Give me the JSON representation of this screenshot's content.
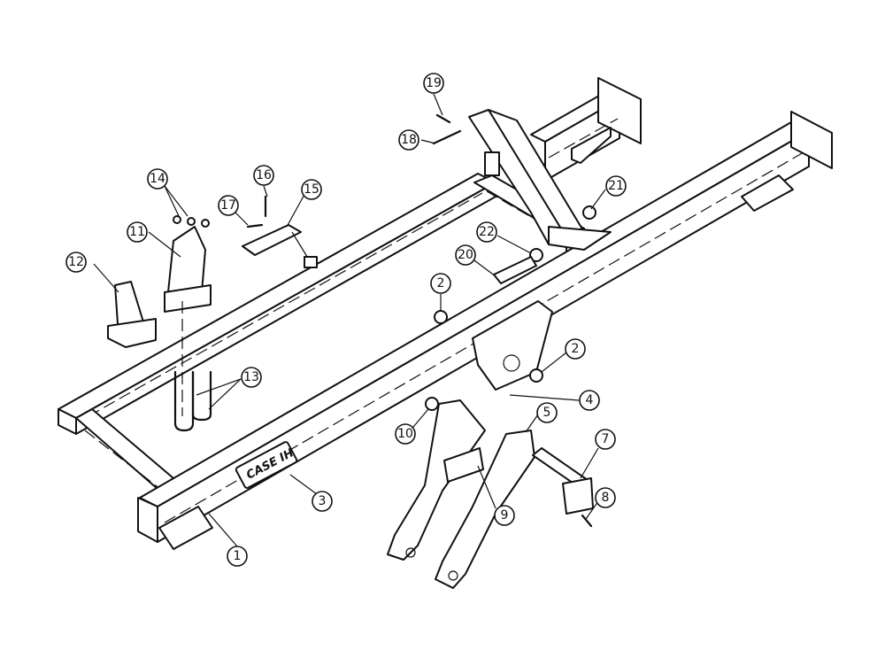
{
  "logo": {
    "text": "CASE IH"
  },
  "callouts": [
    {
      "id": "c1",
      "label": "1"
    },
    {
      "id": "c2a",
      "label": "2"
    },
    {
      "id": "c2b",
      "label": "2"
    },
    {
      "id": "c3",
      "label": "3"
    },
    {
      "id": "c4",
      "label": "4"
    },
    {
      "id": "c5",
      "label": "5"
    },
    {
      "id": "c7",
      "label": "7"
    },
    {
      "id": "c8",
      "label": "8"
    },
    {
      "id": "c9",
      "label": "9"
    },
    {
      "id": "c10",
      "label": "10"
    },
    {
      "id": "c11",
      "label": "11"
    },
    {
      "id": "c12",
      "label": "12"
    },
    {
      "id": "c13",
      "label": "13"
    },
    {
      "id": "c14",
      "label": "14"
    },
    {
      "id": "c15",
      "label": "15"
    },
    {
      "id": "c16",
      "label": "16"
    },
    {
      "id": "c17",
      "label": "17"
    },
    {
      "id": "c18",
      "label": "18"
    },
    {
      "id": "c19",
      "label": "19"
    },
    {
      "id": "c20",
      "label": "20"
    },
    {
      "id": "c21",
      "label": "21"
    },
    {
      "id": "c22",
      "label": "22"
    }
  ]
}
